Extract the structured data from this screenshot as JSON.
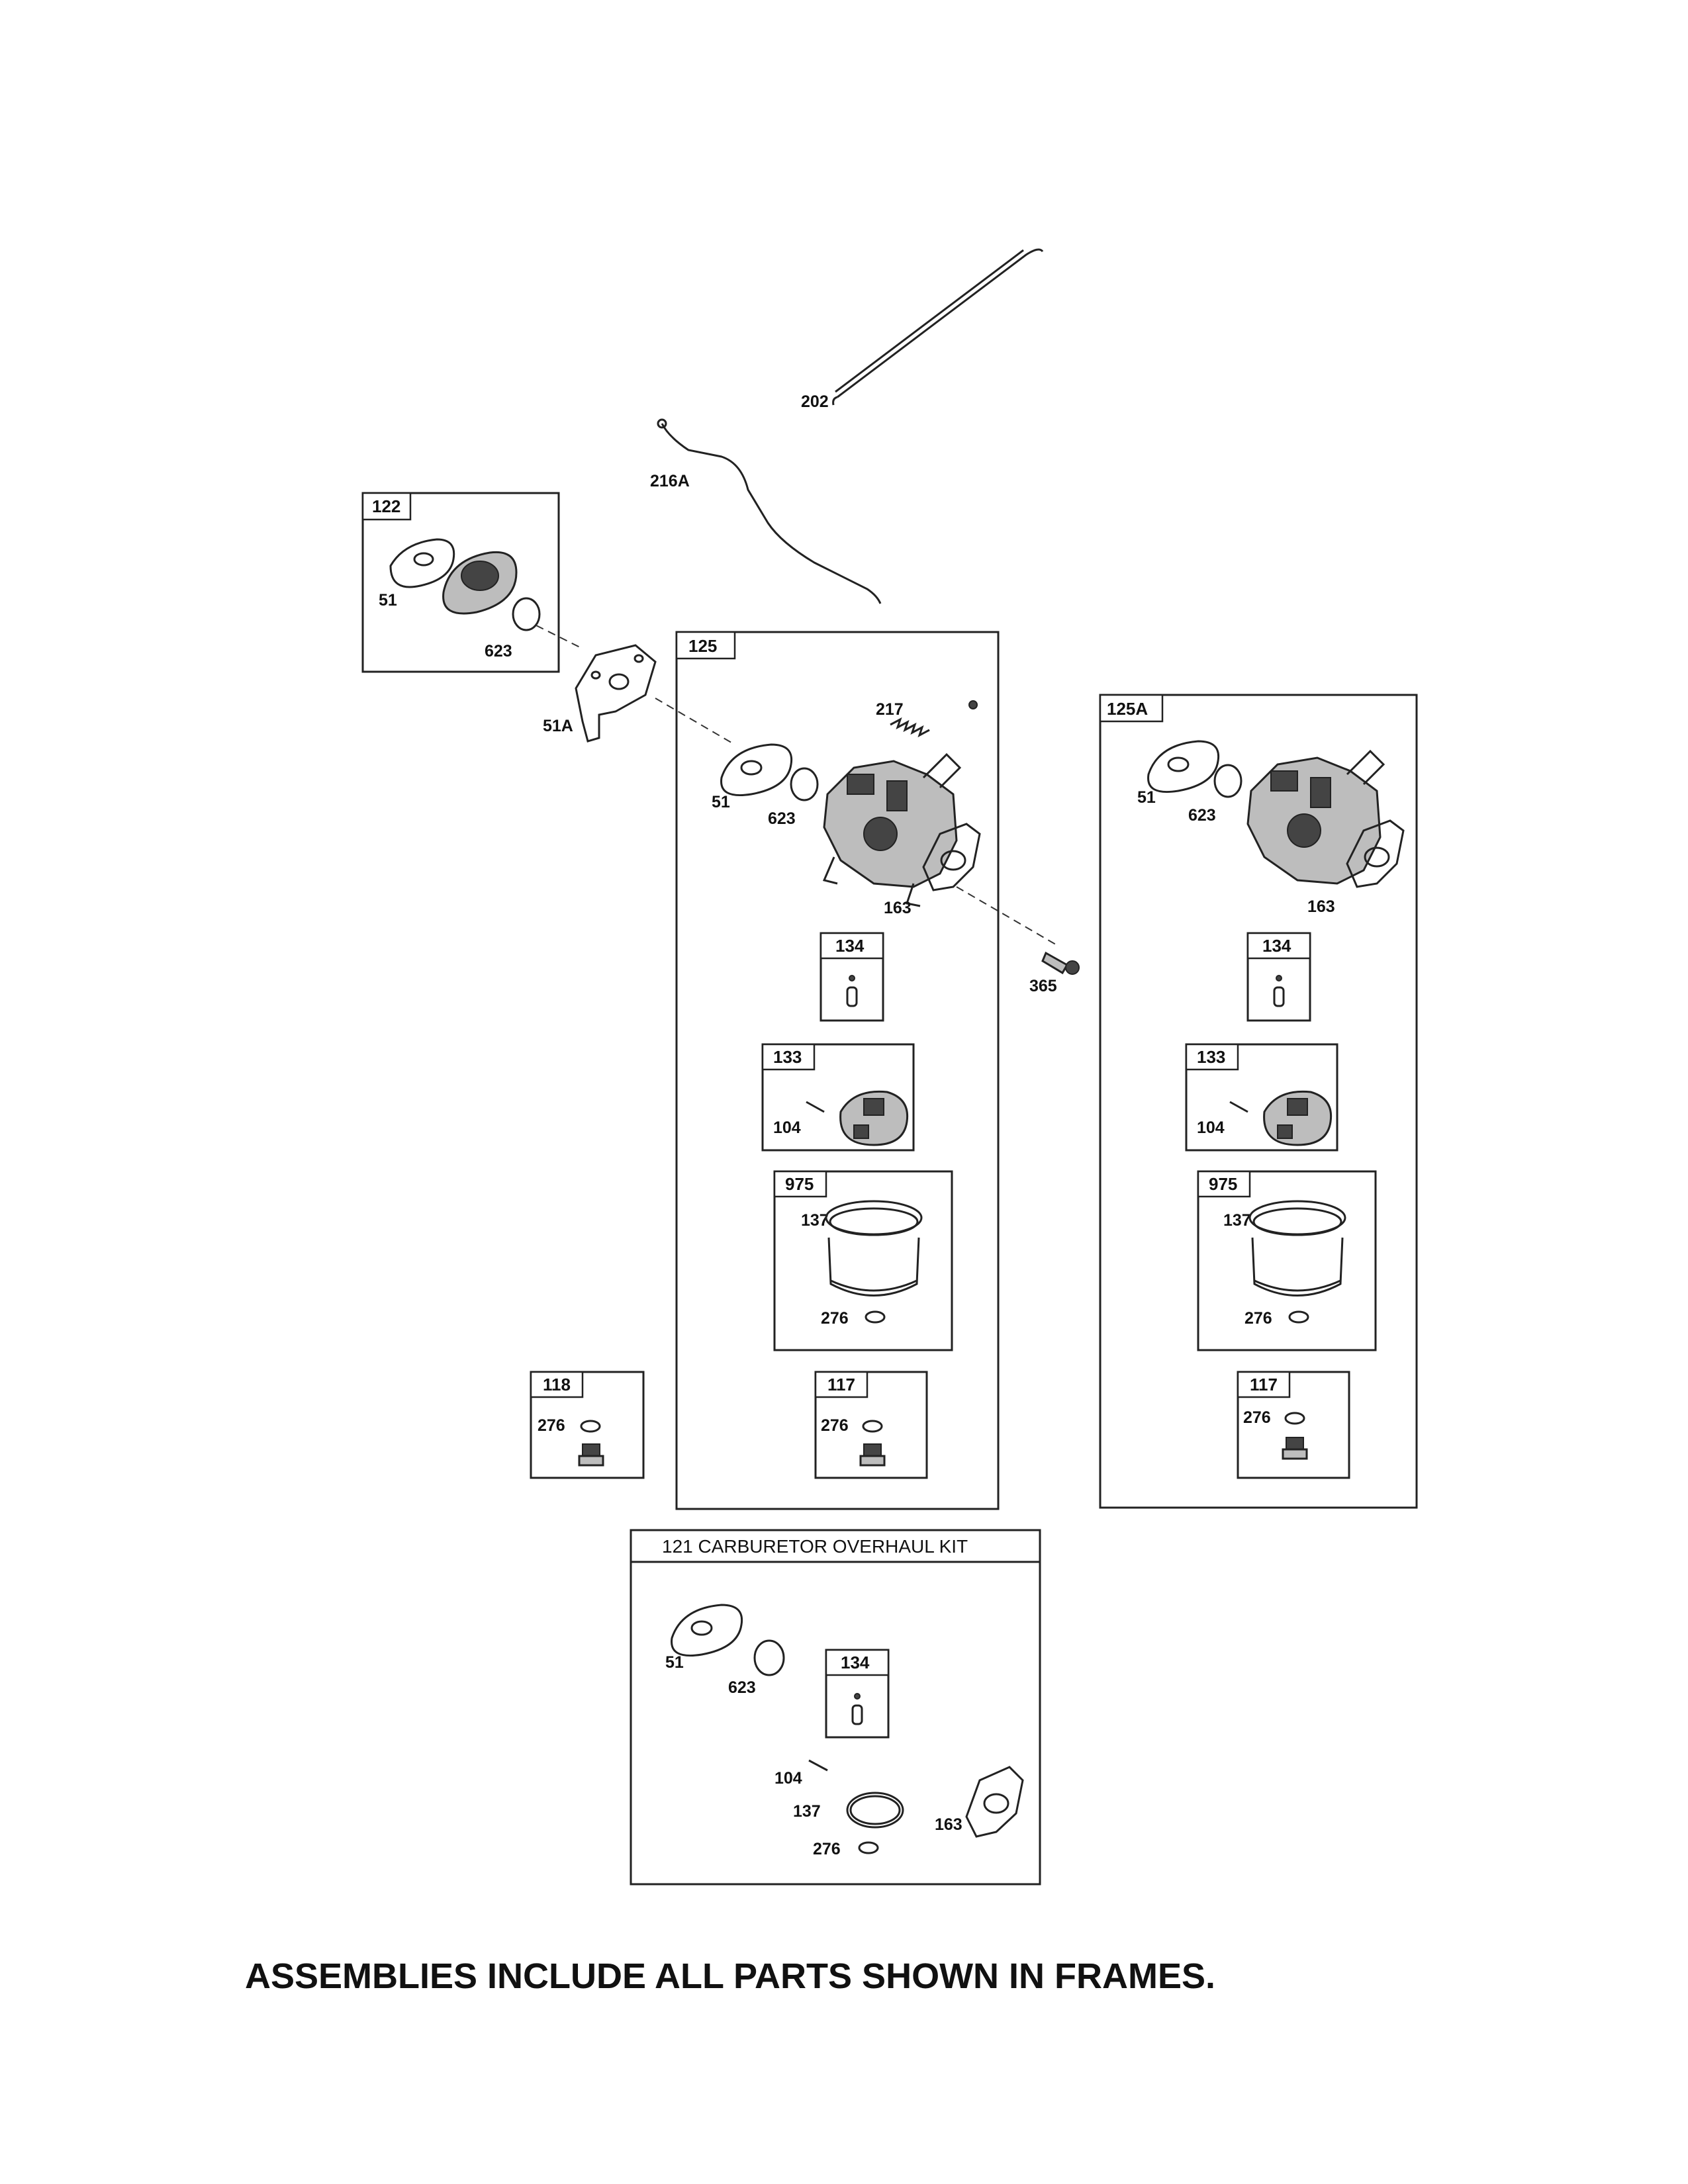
{
  "footnote": "ASSEMBLIES INCLUDE ALL PARTS SHOWN IN FRAMES.",
  "kit_title": "121 CARBURETOR OVERHAUL KIT",
  "labels": {
    "l202": "202",
    "l216a": "216A",
    "l51a": "51A",
    "l365": "365",
    "f122": "122",
    "f122_51": "51",
    "f122_623": "623",
    "f125": "125",
    "f125_217": "217",
    "f125_51": "51",
    "f125_623": "623",
    "f125_163": "163",
    "f125_134": "134",
    "f125_133": "133",
    "f125_104": "104",
    "f125_975": "975",
    "f125_137": "137",
    "f125_276a": "276",
    "f125_117": "117",
    "f125_276b": "276",
    "f125a": "125A",
    "f125a_51": "51",
    "f125a_623": "623",
    "f125a_163": "163",
    "f125a_134": "134",
    "f125a_133": "133",
    "f125a_104": "104",
    "f125a_975": "975",
    "f125a_137": "137",
    "f125a_276a": "276",
    "f125a_117": "117",
    "f125a_276b": "276",
    "f118": "118",
    "f118_276": "276",
    "kit_51": "51",
    "kit_623": "623",
    "kit_134": "134",
    "kit_104": "104",
    "kit_137": "137",
    "kit_276": "276",
    "kit_163": "163"
  }
}
